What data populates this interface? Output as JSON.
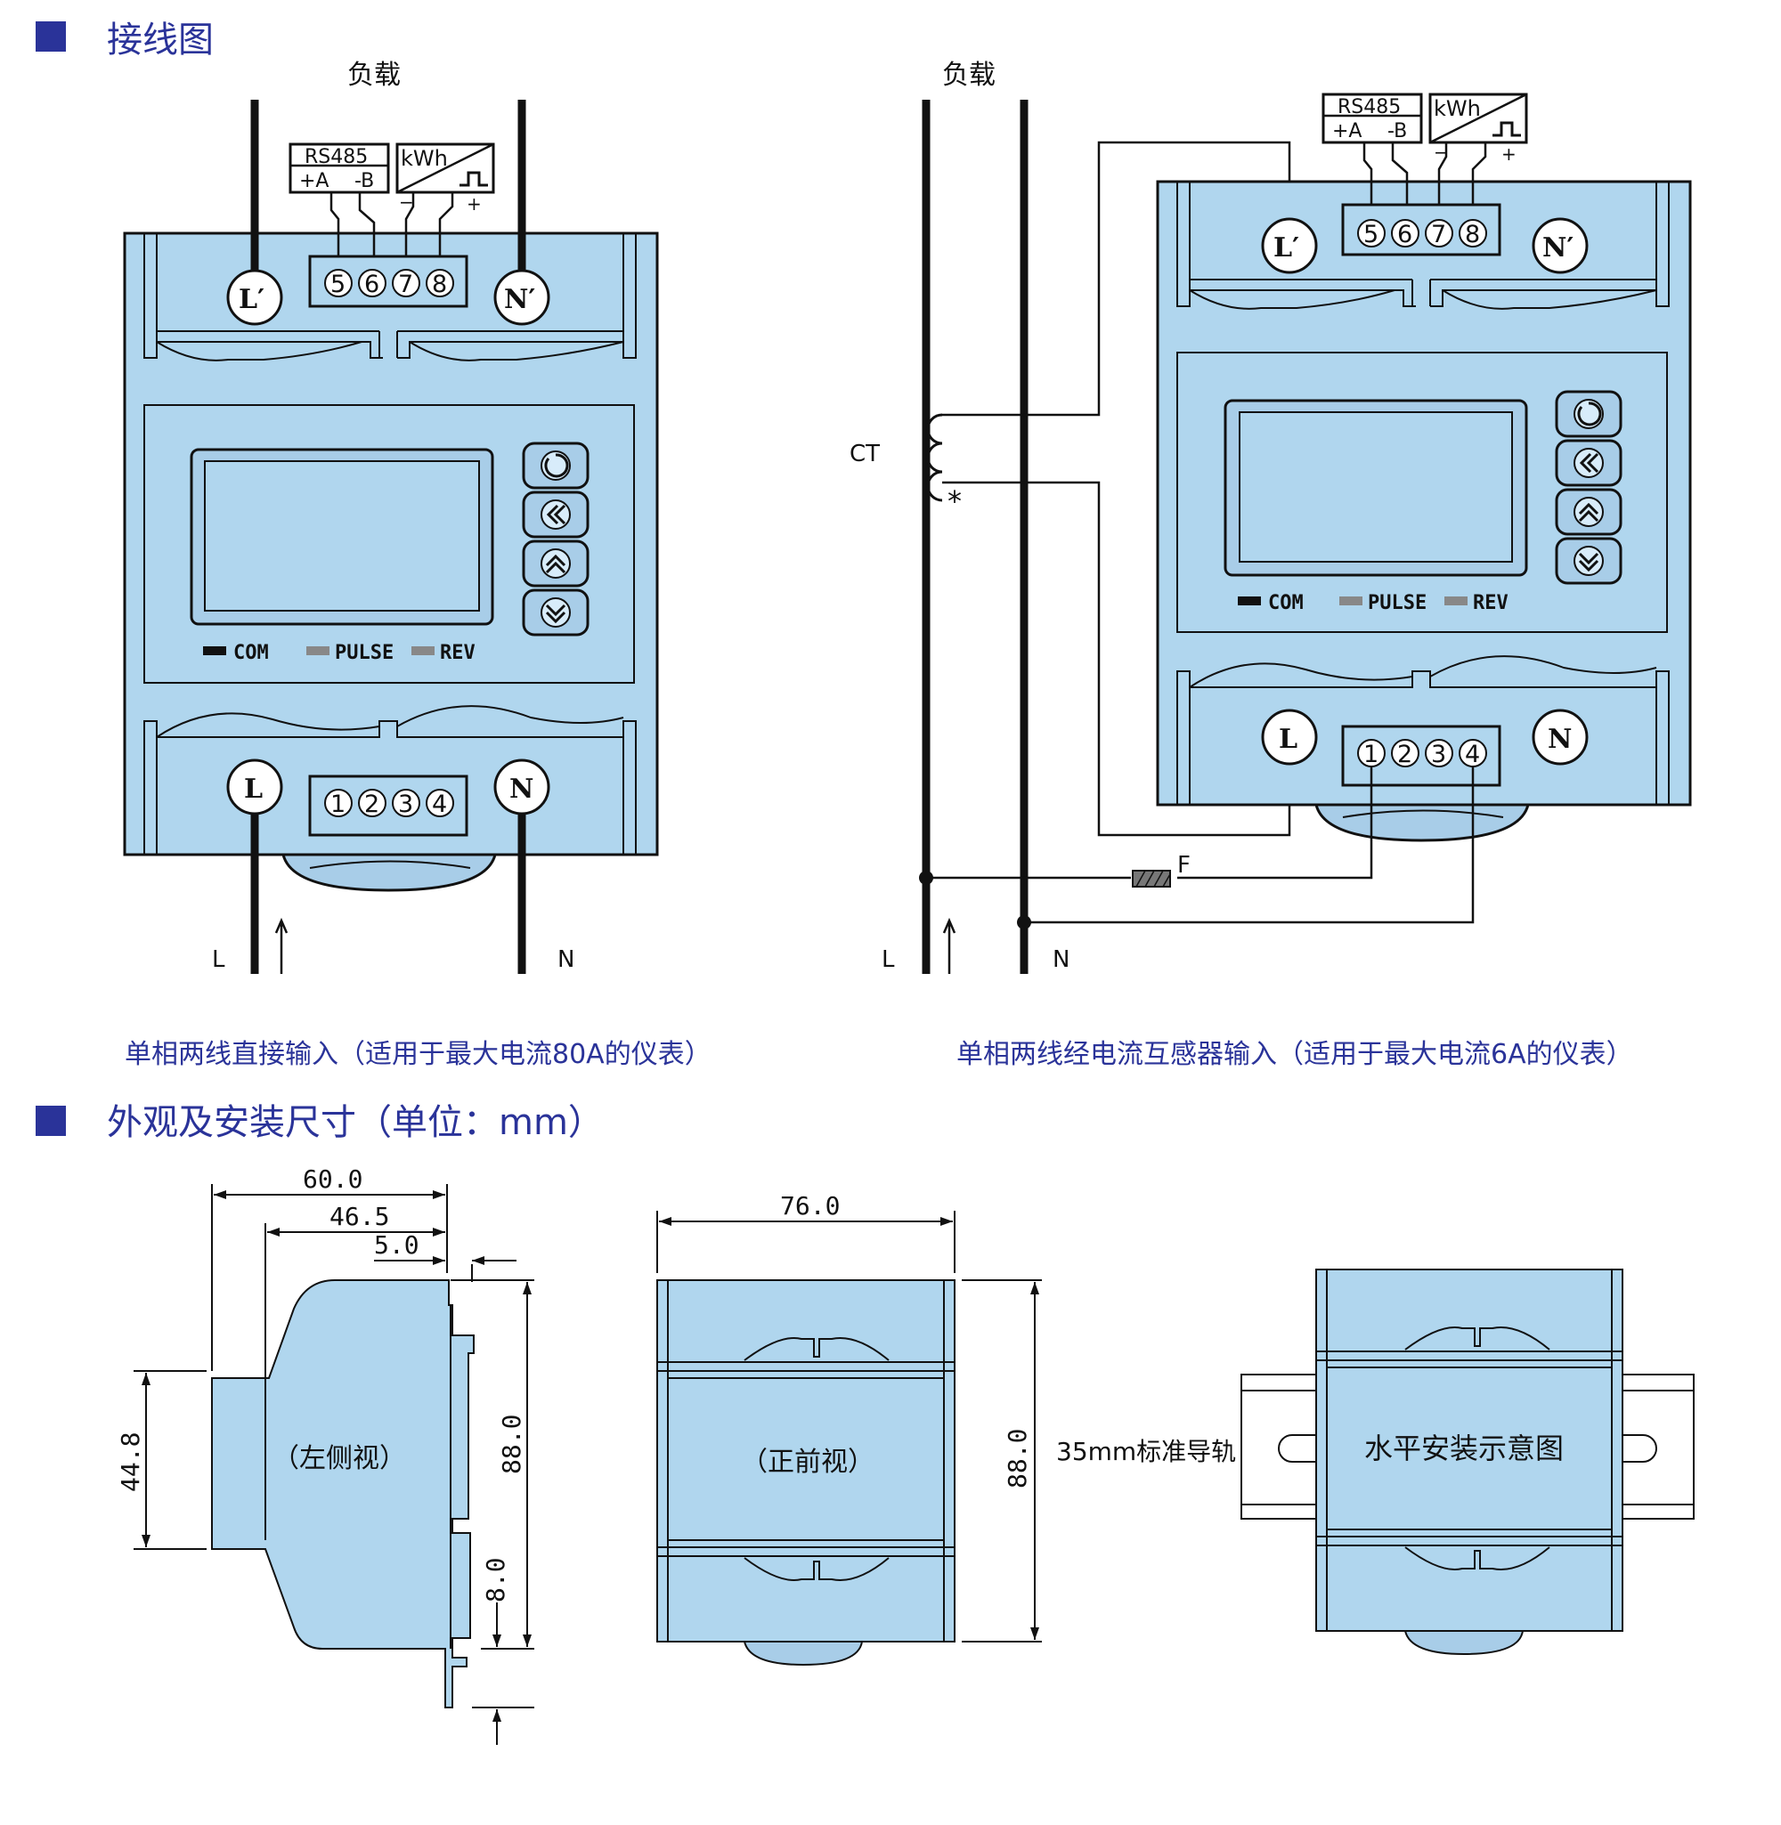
{
  "sections": {
    "wiring_heading": "接线图",
    "dimensions_heading": "外观及安装尺寸（单位：mm）"
  },
  "wiring": {
    "load_label": "负载",
    "rs485_label": "RS485",
    "plus_a": "+A",
    "minus_b": "-B",
    "kwh_label": "kWh",
    "minus_sign": "−",
    "plus_sign": "+",
    "top_terminals": [
      "5",
      "6",
      "7",
      "8"
    ],
    "bottom_terminals": [
      "1",
      "2",
      "3",
      "4"
    ],
    "terminal_l_prime": "L′",
    "terminal_n_prime": "N′",
    "terminal_l": "L",
    "terminal_n": "N",
    "led_com": "COM",
    "led_pulse": "PULSE",
    "led_rev": "REV",
    "line_l": "L",
    "line_n": "N",
    "ct_label": "CT",
    "ct_star": "*",
    "fuse_label": "F",
    "caption_direct": "单相两线直接输入（适用于最大电流80A的仪表）",
    "caption_ct": "单相两线经电流互感器输入（适用于最大电流6A的仪表）"
  },
  "dimensions": {
    "side": {
      "label": "（左侧视）",
      "width_total": "60.0",
      "width_mid": "46.5",
      "width_step": "5.0",
      "height_total": "88.0",
      "height_body": "44.8",
      "height_clip": "8.0"
    },
    "front": {
      "label": "（正前视）",
      "width": "76.0",
      "height": "88.0"
    },
    "rail": {
      "rail_label": "35mm标准导轨",
      "install_label": "水平安装示意图"
    }
  },
  "colors": {
    "accent": "#2a3399",
    "device_body": "#b0d6ee",
    "outline": "#111111"
  }
}
